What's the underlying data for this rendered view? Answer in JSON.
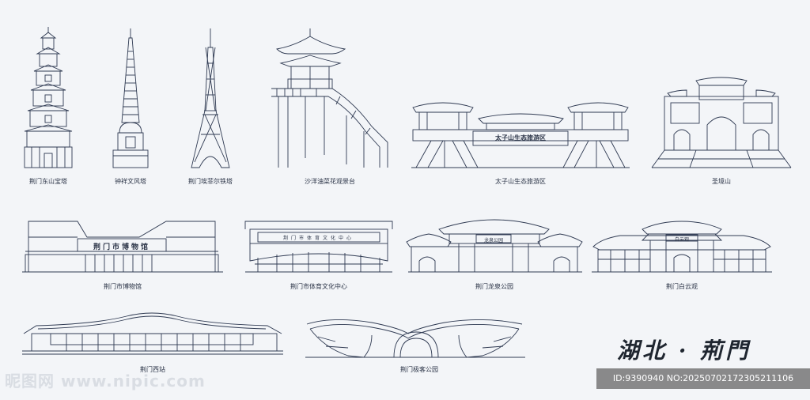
{
  "landmarks": [
    {
      "label": "荆门东山宝塔"
    },
    {
      "label": "钟祥文风塔"
    },
    {
      "label": "荆门埃菲尔铁塔"
    },
    {
      "label": "沙洋油菜花观景台"
    },
    {
      "label": "太子山生态旅游区"
    },
    {
      "label": "圣境山"
    },
    {
      "label": "荆门市博物馆"
    },
    {
      "label": "荆门市体育文化中心"
    },
    {
      "label": "荆门龙泉公园"
    },
    {
      "label": "荆门白云观"
    },
    {
      "label": "荆门西站"
    },
    {
      "label": "荆门极客公园"
    }
  ],
  "signs": {
    "taizishan": "太子山生态旅游区",
    "museum": "荆门市博物馆",
    "sports": "荆门市体育文化中心",
    "longquan": "龙泉公园",
    "baiyun": "白云观"
  },
  "title": "湖北 · 荊門",
  "watermark": {
    "site": "昵图网 www.nipic.com",
    "id": "ID:9390940 NO:20250702172305211106"
  }
}
